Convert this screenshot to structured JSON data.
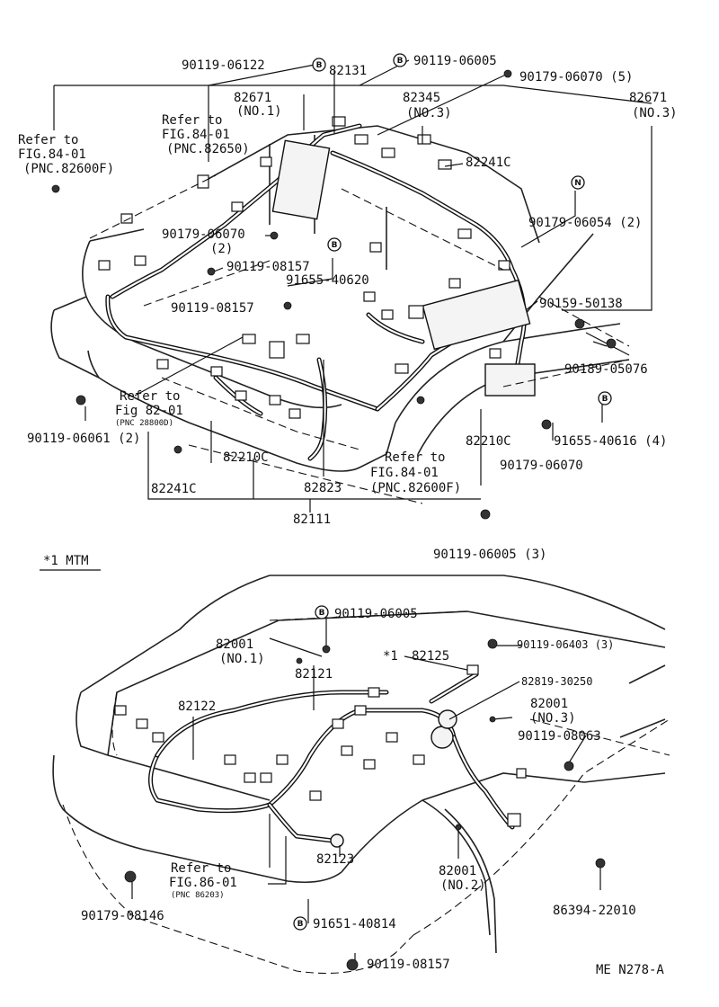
{
  "top_section": {
    "labels": {
      "p90119_06122": "90119-06122",
      "p82131": "82131",
      "p90119_06005_top": "90119-06005",
      "p90179_06070_5": "90179-06070 (5)",
      "p82671_no1_a": "82671",
      "p82671_no1_b": "(NO.1)",
      "p82345_a": "82345",
      "p82345_b": "(NO.3)",
      "p82671_no3_a": "82671",
      "p82671_no3_b": "(NO.3)",
      "refer_fig8401_pnc82650_a": "Refer to",
      "refer_fig8401_pnc82650_b": "FIG.84-01",
      "refer_fig8401_pnc82650_c": "(PNC.82650)",
      "refer_fig8401_pnc82600f_left_a": "Refer to",
      "refer_fig8401_pnc82600f_left_b": "FIG.84-01",
      "refer_fig8401_pnc82600f_left_c": "(PNC.82600F)",
      "p82241c_right": "82241C",
      "p90179_06054_2": "90179-06054 (2)",
      "p90179_06070_2_a": "90179-06070",
      "p90179_06070_2_b": "(2)",
      "p90119_08157_a": "90119-08157",
      "p91655_40620": "91655-40620",
      "p90119_08157_b": "90119-08157",
      "p90159_50138": "90159-50138",
      "p90189_05076": "90189-05076",
      "refer_fig8201_a": "Refer to",
      "refer_fig8201_b": "Fig 82-01",
      "refer_fig8201_c": "(PNC 28800D)",
      "p90119_06061_2": "90119-06061 (2)",
      "p82210c_left": "82210C",
      "p82210c_right": "82210C",
      "p91655_40616_4": "91655-40616 (4)",
      "refer_fig8401_pnc82600f_mid_a": "Refer to",
      "refer_fig8401_pnc82600f_mid_b": "FIG.84-01",
      "refer_fig8401_pnc82600f_mid_c": "(PNC.82600F)",
      "p90179_06070": "90179-06070",
      "p82241c_left": "82241C",
      "p82823": "82823",
      "p82111": "82111",
      "p90119_06005_3": "90119-06005 (3)"
    },
    "markers": {
      "b": "B",
      "n": "N"
    }
  },
  "variant_note": "*1 MTM",
  "bottom_section": {
    "labels": {
      "p90119_06005": "90119-06005",
      "p82001_no1_a": "82001",
      "p82001_no1_b": "(NO.1)",
      "p82125_star": "*1",
      "p82125": "82125",
      "p90119_06403_3": "90119-06403 (3)",
      "p82819_30250": "82819-30250",
      "p82121": "82121",
      "p82122": "82122",
      "p82001_no3_a": "82001",
      "p82001_no3_b": "(NO.3)",
      "p90119_08063": "90119-08063",
      "refer_fig8601_a": "Refer to",
      "refer_fig8601_b": "FIG.86-01",
      "refer_fig8601_c": "(PNC 86203)",
      "p82123": "82123",
      "p82001_no2_a": "82001",
      "p82001_no2_b": "(NO.2)",
      "p90179_08146": "90179-08146",
      "p86394_22010": "86394-22010",
      "p91651_40814": "91651-40814",
      "p90119_08157": "90119-08157"
    }
  },
  "footer_code": "ME N278-A"
}
